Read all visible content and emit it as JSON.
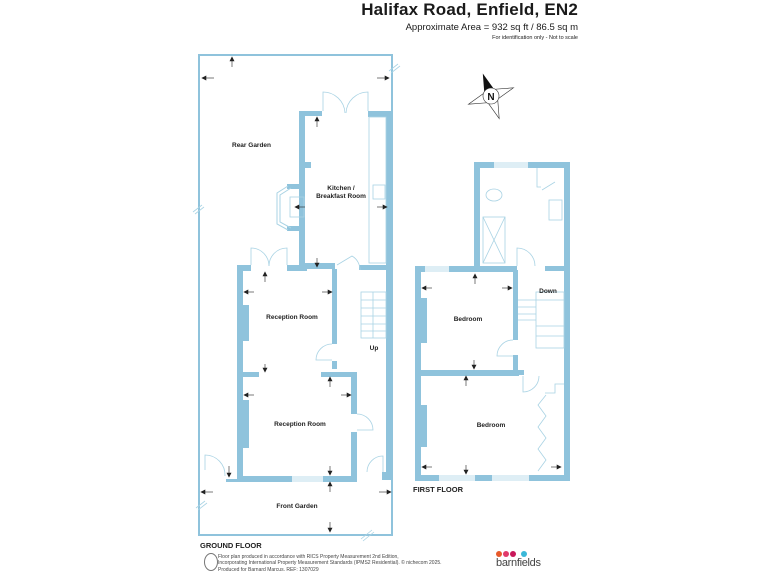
{
  "header": {
    "title": "Halifax Road, Enfield, EN2",
    "area": "Approximate Area = 932 sq ft / 86.5 sq m",
    "note": "For identification only - Not to scale"
  },
  "compass": {
    "label": "N"
  },
  "ground_floor": {
    "floor_label": "GROUND FLOOR",
    "rooms": {
      "rear_garden": "Rear Garden",
      "kitchen_line1": "Kitchen /",
      "kitchen_line2": "Breakfast Room",
      "reception_1": "Reception Room",
      "reception_2": "Reception Room",
      "stairs": "Up",
      "front_garden": "Front Garden"
    }
  },
  "first_floor": {
    "floor_label": "FIRST FLOOR",
    "rooms": {
      "bedroom_1": "Bedroom",
      "bedroom_2": "Bedroom",
      "stairs": "Down"
    }
  },
  "footer": {
    "line1": "Floor plan produced in accordance with RICS Property Measurement 2nd Edition,",
    "line2": "Incorporating International Property Measurement Standards (IPMS2 Residential).  © nichecom 2025.",
    "line3": "Produced for Barnard Marcus.   REF: 1307029"
  },
  "logo": {
    "text": "barnfields",
    "dot_colors": [
      "#e85a2a",
      "#e23a6a",
      "#c8185a",
      "#3bb8d8"
    ]
  },
  "colors": {
    "wall": "#8fc3dc",
    "fixture": "#a9d3e4"
  }
}
